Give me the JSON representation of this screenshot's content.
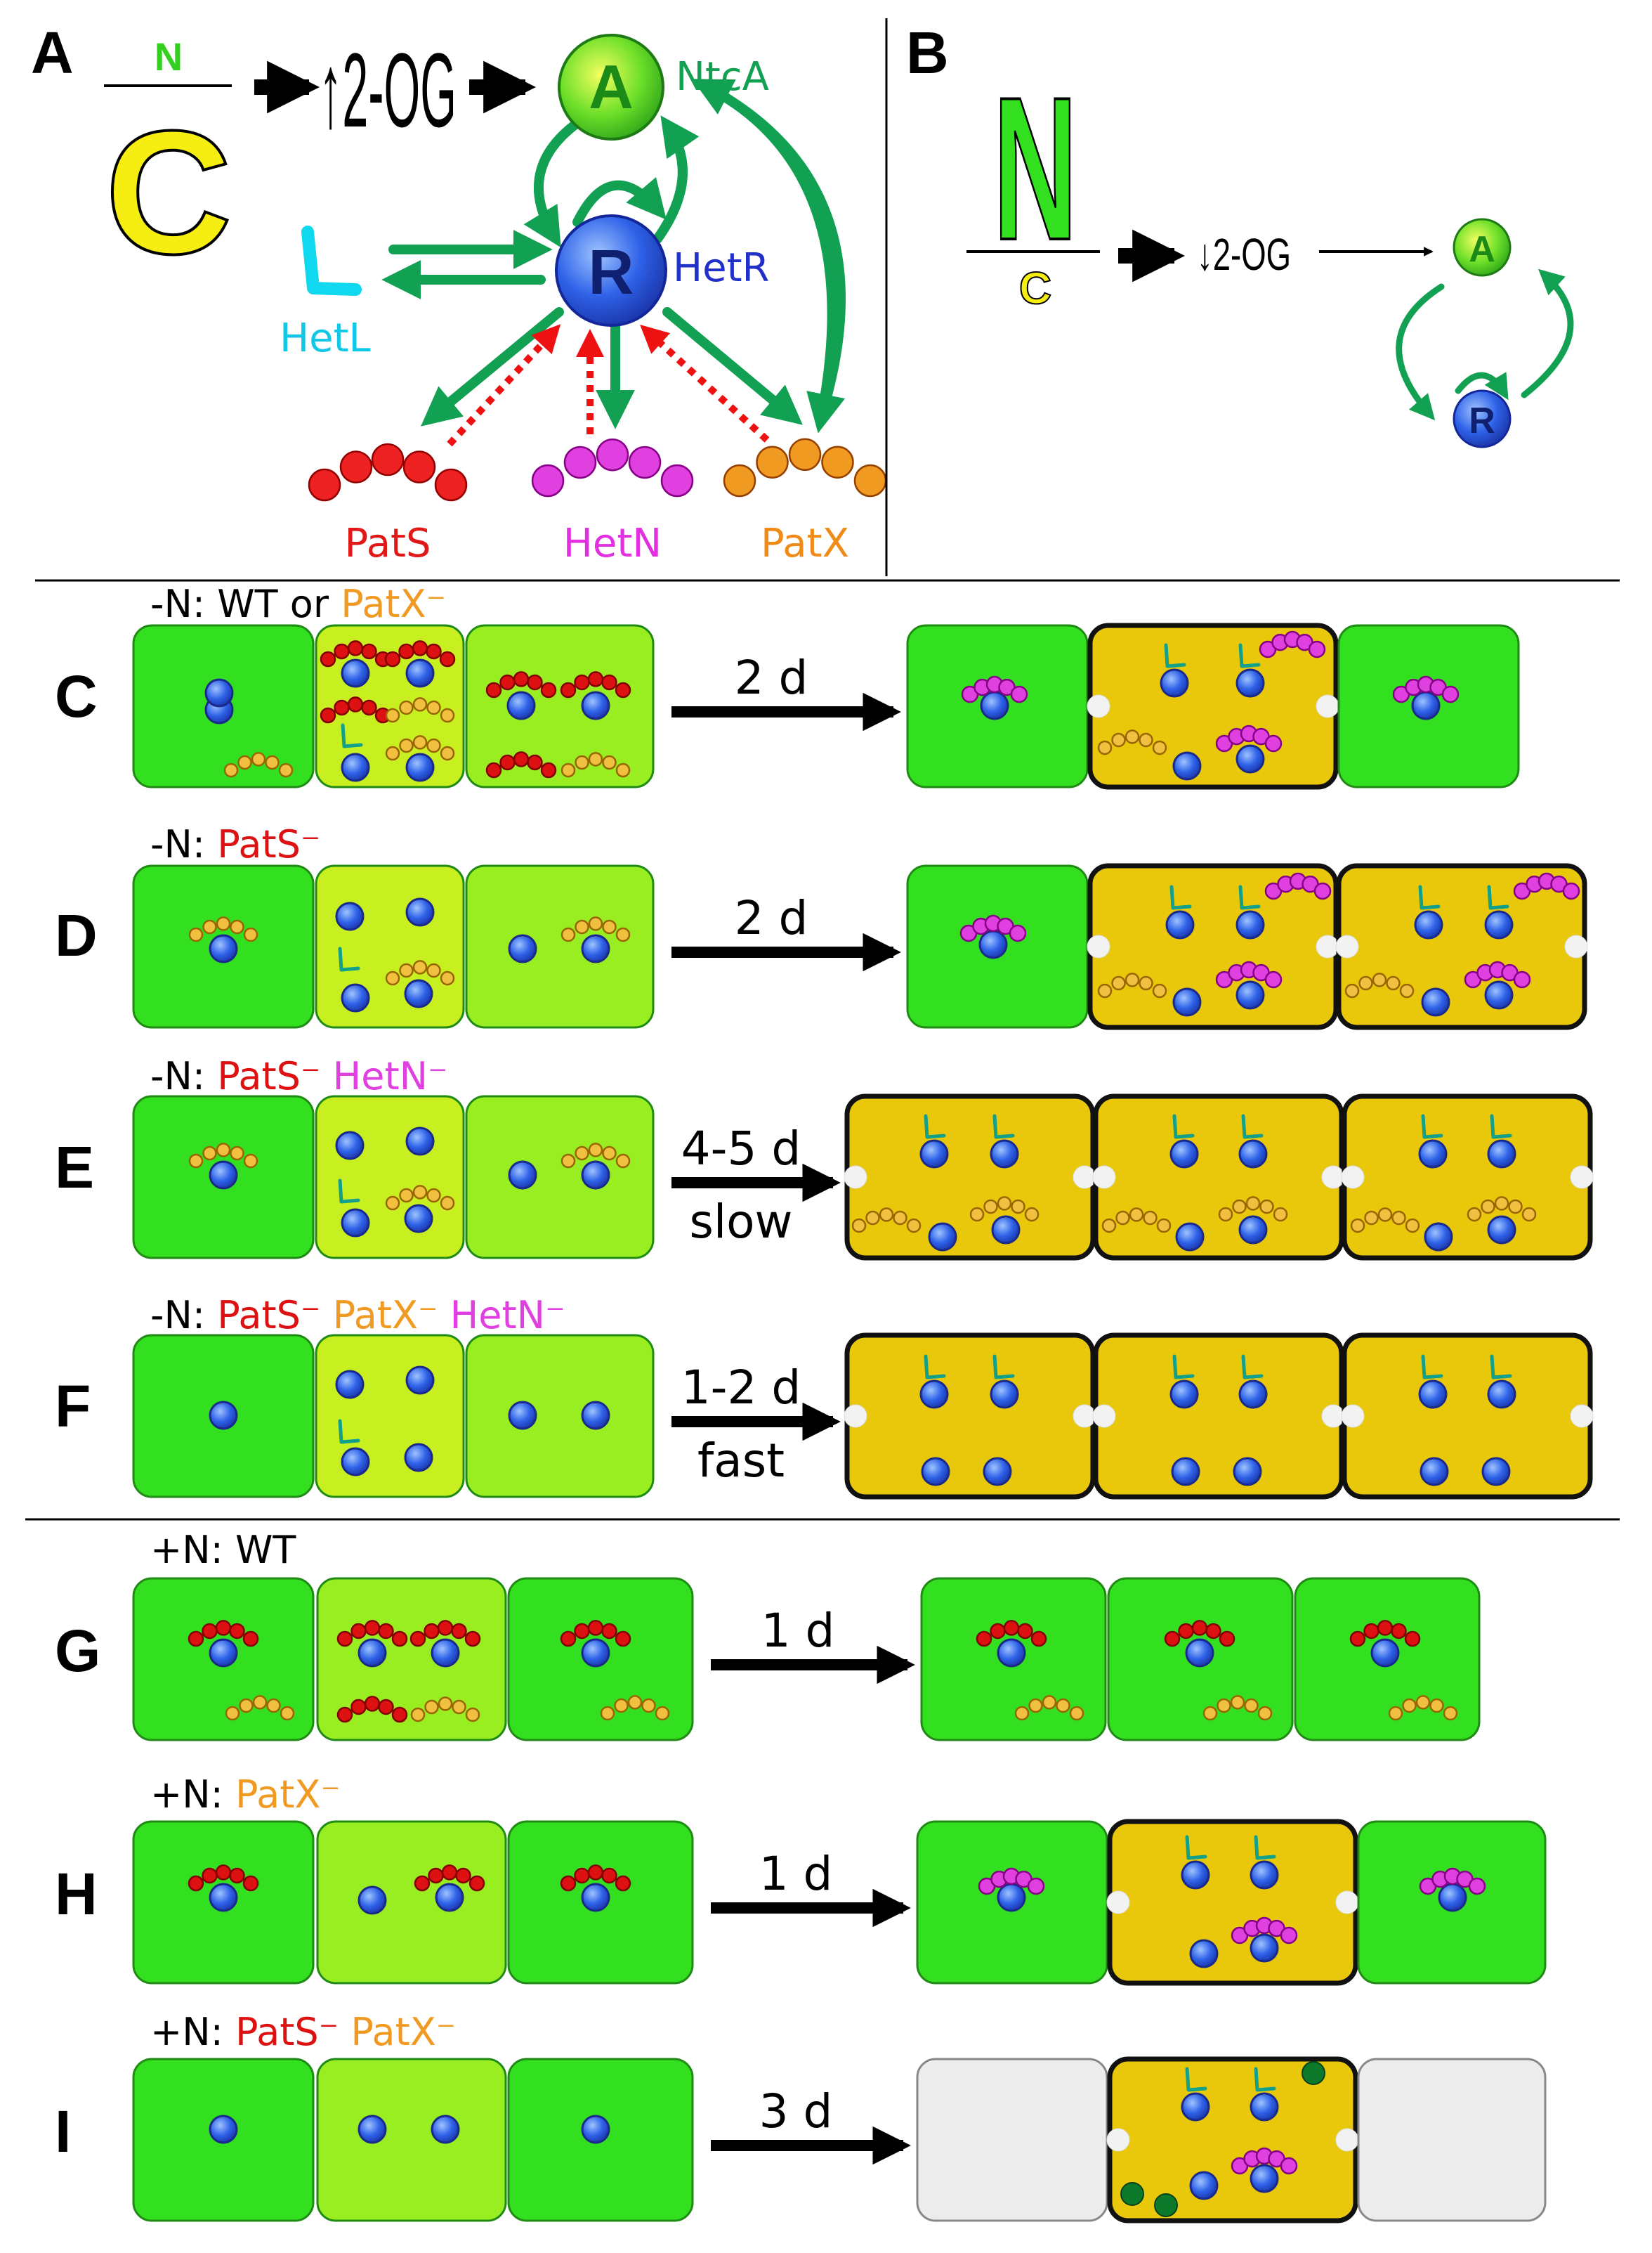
{
  "colors": {
    "vegetative": "#33e01f",
    "vegetative_border": "#1f8a14",
    "proheterocyst": "#c8f020",
    "mid_cell": "#99ee22",
    "heterocyst": "#e9c80c",
    "dead_cell": "#ececec",
    "hetR": "#2050e0",
    "ntcA": "#3ed81e",
    "patS": "#ee2222",
    "patS_red": "#dd1111",
    "hetN": "#e040e0",
    "patX": "#f09a22",
    "patX_light": "#f2c040",
    "hetL": "#10d8ee",
    "activation": "#12a052",
    "inhibition": "#ee1111"
  },
  "panel_a": {
    "letter": "A",
    "ratio_top": "N",
    "ratio_bottom": "C",
    "metabolite": "↑2-OG",
    "node_a": "A",
    "node_a_name": "NtcA",
    "node_r": "R",
    "node_r_name": "HetR",
    "hetl_name": "HetL",
    "patS_name": "PatS",
    "hetN_name": "HetN",
    "patX_name": "PatX"
  },
  "panel_b": {
    "letter": "B",
    "ratio_top": "N",
    "ratio_bottom": "C",
    "metabolite": "↓2-OG",
    "node_a": "A",
    "node_r": "R"
  },
  "rows": [
    {
      "letter": "C",
      "cond": [
        {
          "t": "-N: WT or ",
          "c": "black"
        },
        {
          "t": "PatX⁻",
          "c": "patX"
        }
      ],
      "duration": "2 d",
      "speed": ""
    },
    {
      "letter": "D",
      "cond": [
        {
          "t": "-N: ",
          "c": "black"
        },
        {
          "t": "PatS⁻",
          "c": "patS_red"
        }
      ],
      "duration": "2 d",
      "speed": ""
    },
    {
      "letter": "E",
      "cond": [
        {
          "t": "-N: ",
          "c": "black"
        },
        {
          "t": "PatS⁻ ",
          "c": "patS_red"
        },
        {
          "t": "HetN⁻",
          "c": "hetN"
        }
      ],
      "duration": "4-5 d",
      "speed": "slow"
    },
    {
      "letter": "F",
      "cond": [
        {
          "t": "-N: ",
          "c": "black"
        },
        {
          "t": "PatS⁻ ",
          "c": "patS_red"
        },
        {
          "t": "PatX⁻ ",
          "c": "patX"
        },
        {
          "t": "HetN⁻",
          "c": "hetN"
        }
      ],
      "duration": "1-2 d",
      "speed": "fast"
    },
    {
      "letter": "G",
      "cond": [
        {
          "t": "+N: WT",
          "c": "black"
        }
      ],
      "duration": "1 d",
      "speed": ""
    },
    {
      "letter": "H",
      "cond": [
        {
          "t": "+N: ",
          "c": "black"
        },
        {
          "t": "PatX⁻",
          "c": "patX"
        }
      ],
      "duration": "1 d",
      "speed": ""
    },
    {
      "letter": "I",
      "cond": [
        {
          "t": "+N: ",
          "c": "black"
        },
        {
          "t": "PatS⁻ ",
          "c": "patS_red"
        },
        {
          "t": "PatX⁻",
          "c": "patX"
        }
      ],
      "duration": "3 d",
      "speed": ""
    }
  ]
}
